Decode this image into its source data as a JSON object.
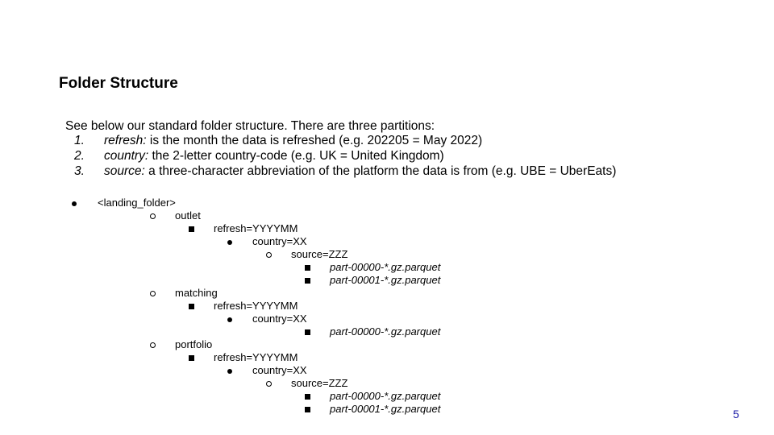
{
  "title": "Folder Structure",
  "intro": "See below our standard folder structure. There are three partitions:",
  "partitions": [
    {
      "num": "1.",
      "term": "refresh:",
      "desc": " is the month the data is refreshed (e.g. 202205 = May 2022)"
    },
    {
      "num": "2.",
      "term": "country:",
      "desc": " the 2-letter country-code (e.g. UK = United Kingdom)"
    },
    {
      "num": "3.",
      "term": "source:",
      "desc": " a three-character abbreviation of the platform the data is from (e.g. UBE = UberEats)"
    }
  ],
  "tree": [
    {
      "level": 0,
      "text": "<landing_folder>",
      "italic": false
    },
    {
      "level": 1,
      "text": "outlet",
      "italic": false
    },
    {
      "level": 2,
      "text": "refresh=YYYYMM",
      "italic": false
    },
    {
      "level": 3,
      "text": "country=XX",
      "italic": false
    },
    {
      "level": 4,
      "text": "source=ZZZ",
      "italic": false
    },
    {
      "level": 5,
      "text": "part-00000-*.gz.parquet",
      "italic": true
    },
    {
      "level": 5,
      "text": "part-00001-*.gz.parquet",
      "italic": true
    },
    {
      "level": 1,
      "text": "matching",
      "italic": false
    },
    {
      "level": 2,
      "text": "refresh=YYYYMM",
      "italic": false
    },
    {
      "level": 3,
      "text": "country=XX",
      "italic": false
    },
    {
      "level": 5,
      "text": "part-00000-*.gz.parquet",
      "italic": true
    },
    {
      "level": 1,
      "text": "portfolio",
      "italic": false
    },
    {
      "level": 2,
      "text": "refresh=YYYYMM",
      "italic": false
    },
    {
      "level": 3,
      "text": "country=XX",
      "italic": false
    },
    {
      "level": 4,
      "text": "source=ZZZ",
      "italic": false
    },
    {
      "level": 5,
      "text": "part-00000-*.gz.parquet",
      "italic": true
    },
    {
      "level": 5,
      "text": "part-00001-*.gz.parquet",
      "italic": true
    }
  ],
  "page_number": "5",
  "colors": {
    "page_number": "#1a1aa6"
  }
}
